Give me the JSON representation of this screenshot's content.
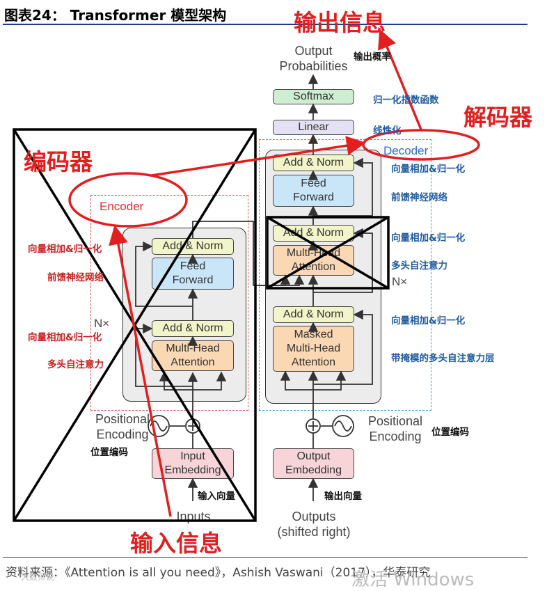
{
  "header": {
    "figure_title": "图表24： Transformer 模型架构"
  },
  "footer": {
    "source": "资料来源：《Attention is all you need》，Ashish Vaswani（2017），华泰研究",
    "watermark": "激活 Windows",
    "small_watermark": "大数师说"
  },
  "callouts": {
    "output_info": "输出信息",
    "input_info": "输入信息",
    "encoder_cn": "编码器",
    "decoder_cn": "解码器"
  },
  "encoder": {
    "label": "Encoder",
    "nx": "N×",
    "add_norm_top": "Add & Norm",
    "feed_forward": "Feed\nForward",
    "add_norm_bottom": "Add & Norm",
    "attention": "Multi-Head\nAttention",
    "positional_encoding": "Positional\nEncoding",
    "embedding": "Input\nEmbedding",
    "inputs": "Inputs"
  },
  "decoder": {
    "label": "Decoder",
    "nx": "N×",
    "add_norm_top": "Add & Norm",
    "feed_forward": "Feed\nForward",
    "add_norm_mid": "Add & Norm",
    "attention": "Multi-Head\nAttention",
    "add_norm_bottom": "Add & Norm",
    "masked_attention": "Masked\nMulti-Head\nAttention",
    "positional_encoding": "Positional\nEncoding",
    "embedding": "Output\nEmbedding",
    "outputs": "Outputs\n(shifted right)",
    "linear": "Linear",
    "softmax": "Softmax",
    "output_probabilities": "Output\nProbabilities"
  },
  "annotations_left": {
    "add_norm_1": "向量相加&归一化",
    "feed_forward": "前馈神经网络",
    "add_norm_2": "向量相加&归一化",
    "attention": "多头自注意力",
    "positional": "位置编码",
    "input_vector": "输入向量"
  },
  "annotations_right": {
    "output_prob": "输出概率",
    "softmax": "归一化指数函数",
    "linear": "线性化",
    "add_norm_1": "向量相加&归一化",
    "feed_forward": "前馈神经网络",
    "add_norm_2": "向量相加&归一化",
    "attention": "多头自注意力",
    "add_norm_3": "向量相加&归一化",
    "masked_attention": "带掩模的多头自注意力层",
    "positional": "位置编码",
    "output_vector": "输出向量"
  },
  "colors": {
    "callout_red": "#e21e1e",
    "annotation_blue": "#1e5aa0",
    "encoder_dash": "#e05050",
    "decoder_dash": "#3aa0e0",
    "add_norm_fill": "#f1f5c9",
    "feed_forward_fill": "#c9e6f8",
    "attention_fill": "#fbd8b4",
    "embedding_fill": "#f6d4d8"
  }
}
